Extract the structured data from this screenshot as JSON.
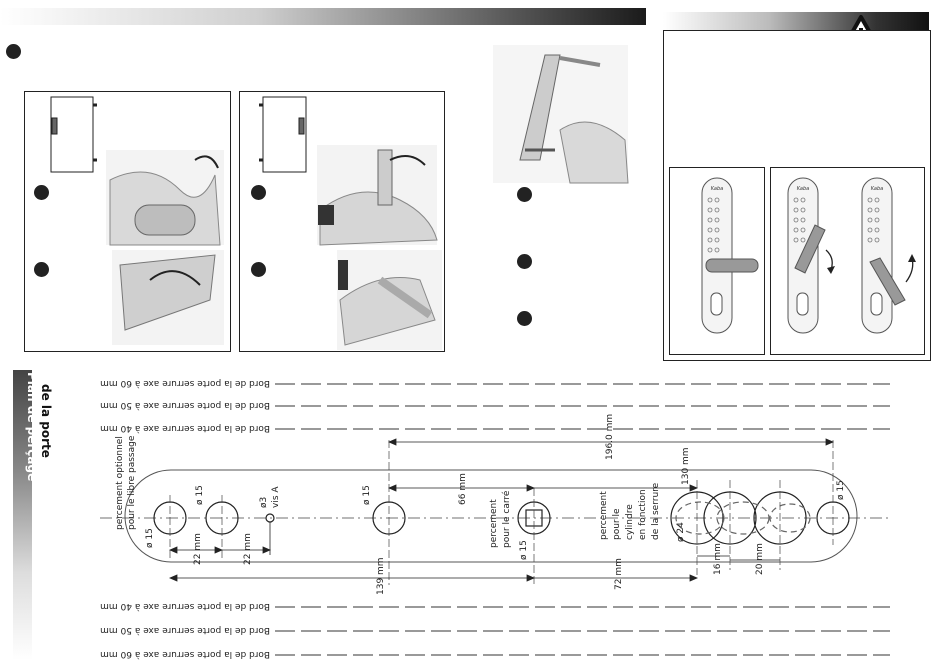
{
  "sidebar_title_line1": "Plan de perçage",
  "sidebar_title_line2": "de la porte",
  "edge_labels": {
    "axe60": "Bord de la porte serrure axe à 60 mm",
    "axe50": "Bord de la porte serrure axe à 50 mm",
    "axe40": "Bord de la porte serrure axe à 40 mm"
  },
  "dims": {
    "overall": "196.0 mm",
    "d66": "66 mm",
    "d130": "130 mm",
    "d139": "139 mm",
    "d72": "72 mm",
    "d22a": "22 mm",
    "d22b": "22 mm",
    "d16": "16 mm",
    "d20": "20 mm"
  },
  "holes": {
    "phi15_left": "ø 15",
    "phi15_b": "ø 15",
    "phi15_c": "ø 15",
    "phi15_carre": "ø 15",
    "phi15_right": "ø 15",
    "phi3": "ø3",
    "vis": "vis A",
    "phi24": "ø 24"
  },
  "notes": {
    "libre_line1": "percement optionnel",
    "libre_line2": "pour le libre passage",
    "carre_line1": "percement",
    "carre_line2": "pour le carré",
    "cyl_line1": "percement",
    "cyl_line2": "pour le",
    "cyl_line3": "cylindre",
    "cyl_line4": "en fonction",
    "cyl_line5": "de la serrure"
  },
  "brand": "Kaba"
}
